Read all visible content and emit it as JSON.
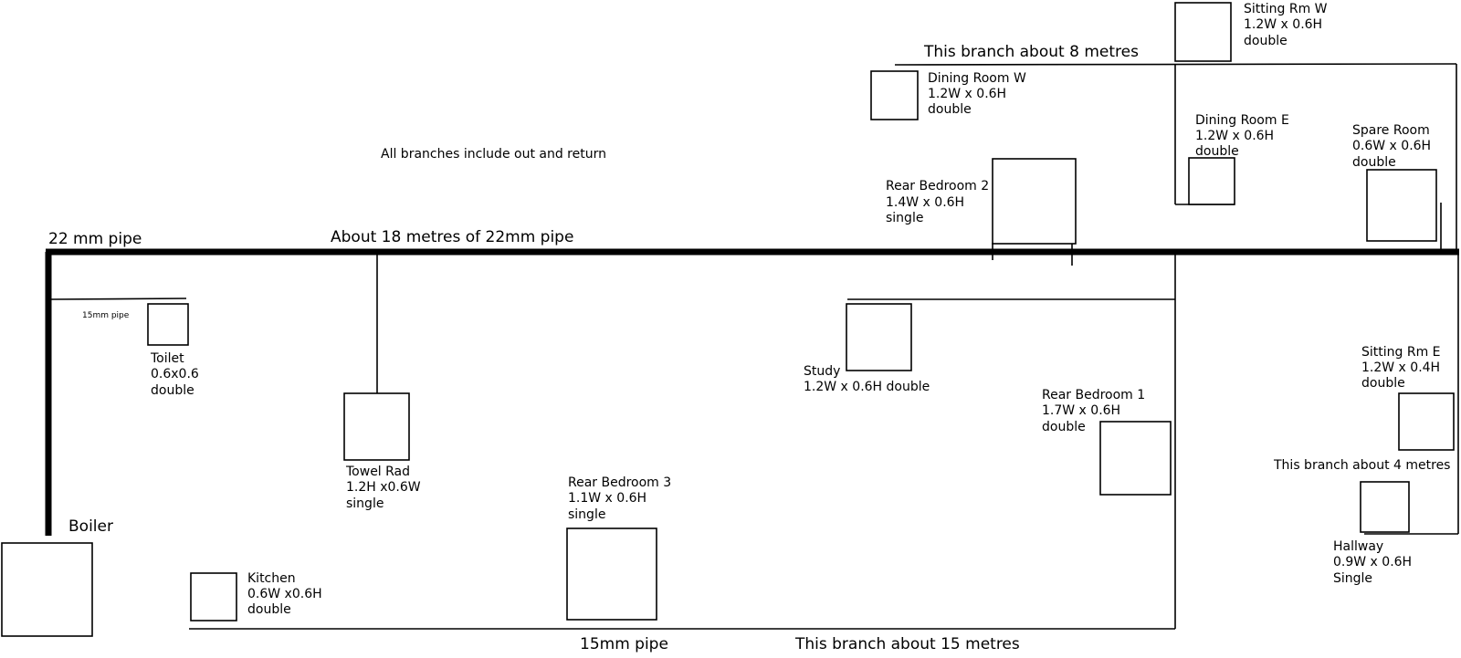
{
  "notes": {
    "all_branches": "All branches include out and return",
    "pipe_22mm": "22 mm pipe",
    "main_run": "About 18 metres of 22mm pipe",
    "pipe_15mm_small": "15mm pipe",
    "pipe_15mm_bottom": "15mm pipe",
    "branch_8m": "This branch about 8 metres",
    "branch_4m": "This branch about 4 metres",
    "branch_15m": "This branch about 15 metres"
  },
  "boiler": {
    "label": "Boiler"
  },
  "radiators": {
    "sitting_rm_w": [
      "Sitting Rm W",
      "1.2W x 0.6H",
      "double"
    ],
    "dining_room_w": [
      "Dining Room W",
      "1.2W x 0.6H",
      "double"
    ],
    "dining_room_e": [
      "Dining Room E",
      "1.2W x 0.6H",
      "double"
    ],
    "spare_room": [
      "Spare Room",
      "0.6W x 0.6H",
      "double"
    ],
    "rear_bedroom_2": [
      "Rear Bedroom 2",
      "1.4W x 0.6H",
      "single"
    ],
    "toilet": [
      "Toilet",
      "0.6x0.6",
      "double"
    ],
    "towel_rad": [
      "Towel Rad",
      "1.2H x0.6W",
      "single"
    ],
    "study": [
      "Study",
      "1.2W x 0.6H double"
    ],
    "rear_bedroom_1": [
      "Rear Bedroom 1",
      "1.7W x 0.6H",
      "double"
    ],
    "sitting_rm_e": [
      "Sitting Rm E",
      "1.2W x 0.4H",
      "double"
    ],
    "hallway": [
      "Hallway",
      "0.9W x 0.6H",
      "Single"
    ],
    "rear_bedroom_3": [
      "Rear Bedroom 3",
      "1.1W x 0.6H",
      "single"
    ],
    "kitchen": [
      "Kitchen",
      "0.6W x0.6H",
      "double"
    ]
  }
}
